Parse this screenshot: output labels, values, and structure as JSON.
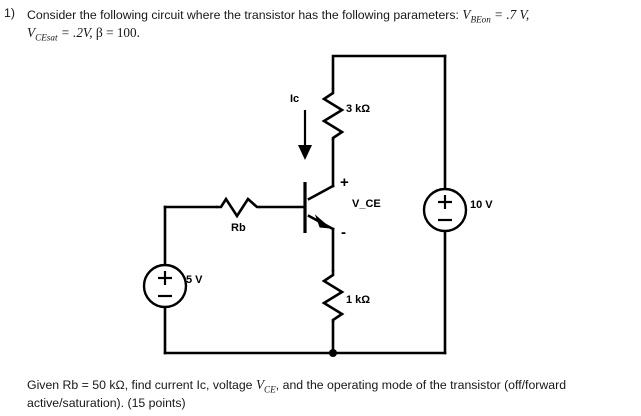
{
  "problem": {
    "number": "1)",
    "line1_pre": "Consider the following circuit where the transistor has the following parameters: ",
    "line1_var": "V",
    "line1_sub": "BEon",
    "line1_eq": " = .7 V,",
    "line2_var": "V",
    "line2_sub": "CEsat",
    "line2_eq": " = .2V,  ",
    "line2_beta": "β",
    "line2_beta_val": " = 100."
  },
  "circuit": {
    "collector_resistor": "3 kΩ",
    "emitter_resistor": "1 kΩ",
    "base_resistor": "Rb",
    "collector_current": "Ic",
    "supply_right": "10 V",
    "supply_left": "5 V",
    "vce_label": "V_CE",
    "vce_plus": "+",
    "vce_minus": "-",
    "source_plus": "+",
    "source_minus": "–",
    "wire_color": "#000000",
    "transistor_type": "npn-bjt"
  },
  "question": {
    "line1": "Given Rb = 50 kΩ, find current Ic, voltage ",
    "line1_var": "V",
    "line1_sub": "CE",
    "line1_post": ", and the operating mode of the transistor (off/forward",
    "line2": "active/saturation). (15 points)"
  }
}
